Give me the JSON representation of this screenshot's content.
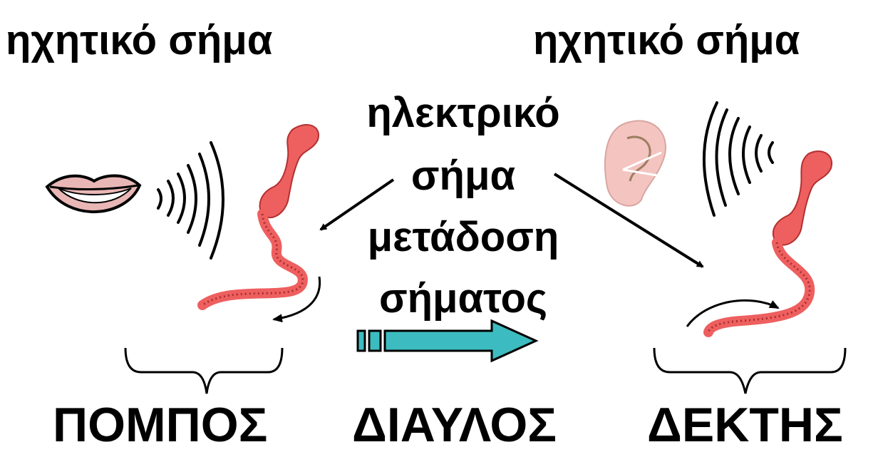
{
  "labels": {
    "left_top": "ηχητικό σήμα",
    "right_top": "ηχητικό σήμα",
    "center_line1": "ηλεκτρικό",
    "center_line2": "σήμα",
    "center_line3": "μετάδοση",
    "center_line4": "σήματος",
    "transmitter": "ΠΟΜΠΟΣ",
    "channel": "ΔΙΑΥΛΟΣ",
    "receiver": "ΔΕΚΤΗΣ"
  },
  "colors": {
    "phone": "#ee5f5f",
    "channel_arrow": "#3cbcc0",
    "ear": "#f3c4c0",
    "text": "#000000"
  },
  "icons": [
    "mouth-icon",
    "telephone-icon",
    "ear-icon",
    "sound-waves-icon",
    "channel-arrow-icon"
  ]
}
